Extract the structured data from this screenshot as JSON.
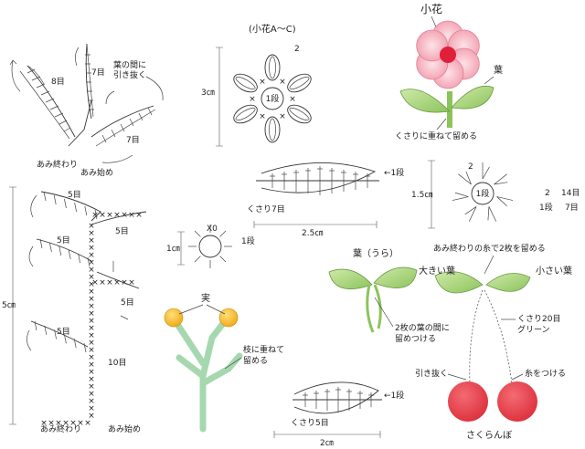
{
  "small_flower_title": "(小花A～C)",
  "small_flower_round_label": "1段",
  "small_flower_round2": "2",
  "small_flower_size": "3㎝",
  "flower_name": "小花",
  "flower_leaf_name": "葉",
  "flower_note": "くさりに重ねて留める",
  "branch_top": {
    "count_8": "8目",
    "count_7a": "7目",
    "count_7b": "7目",
    "note": "葉の間に\n引き抜く",
    "end_label": "あみ終わり",
    "start_label": "あみ始め"
  },
  "branch_main": {
    "size": "5㎝",
    "counts": [
      "5目",
      "5目",
      "5目",
      "5目",
      "5目",
      "10目"
    ],
    "end_label": "あみ終わり",
    "start_label": "あみ始め"
  },
  "leaf_chart": {
    "round_label": "←1段",
    "chain_label": "くさり7目",
    "size": "2.5㎝"
  },
  "star_motif": {
    "round2": "2",
    "round1": "1段",
    "size": "1.5㎝",
    "table": [
      [
        "2",
        "14目"
      ],
      [
        "1段",
        "7目"
      ]
    ]
  },
  "berry_motif": {
    "size": "1㎝",
    "round": "1段"
  },
  "berry_illustration": {
    "label": "実",
    "note": "枝に重ねて\n留める"
  },
  "leaf_pair": {
    "label": "葉（うら）",
    "note": "2枚の葉の間に\n留めつける"
  },
  "cherry": {
    "top_note": "あみ終わりの糸で2枚を留める",
    "big_leaf": "大きい葉",
    "small_leaf": "小さい葉",
    "chain_note": "くさり20目\nグリーン",
    "pull_label": "引き抜く",
    "thread_label": "糸をつける",
    "name": "さくらんぼ"
  },
  "cherry_chart": {
    "round_label": "←1段",
    "chain_label": "くさり5目",
    "size": "2㎝"
  },
  "colors": {
    "flower_pink": "#f4a7b5",
    "flower_center": "#e0203a",
    "leaf_green": "#9ccf6e",
    "cherry_red": "#e8454f",
    "berry_yellow": "#f5b81f",
    "stem_green": "#a6d8b0"
  }
}
